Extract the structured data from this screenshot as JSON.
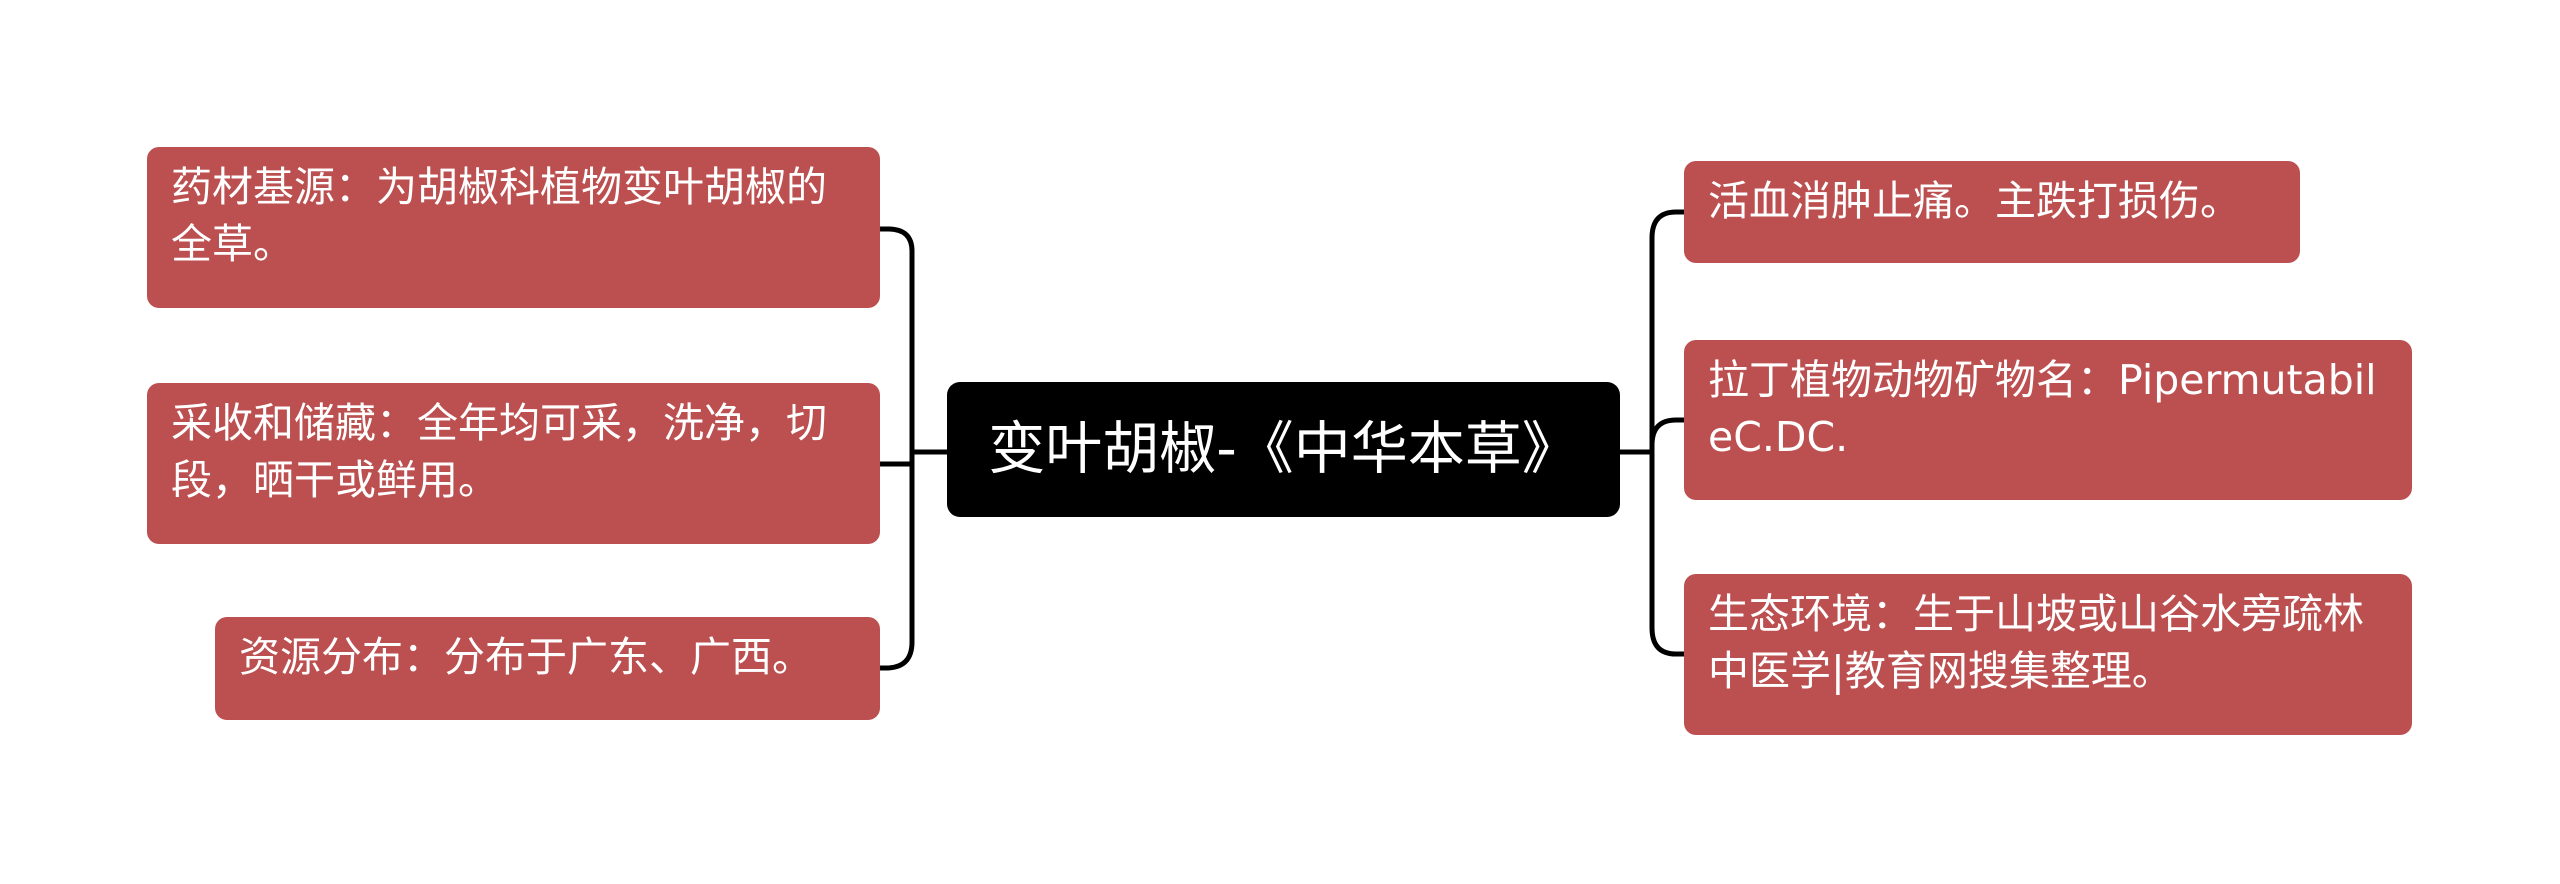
{
  "center": {
    "label": "变叶胡椒-《中华本草》"
  },
  "left_branches": [
    {
      "label": "药材基源：为胡椒科植物变叶胡椒的全草。"
    },
    {
      "label": "采收和储藏：全年均可采，洗净，切段，晒干或鲜用。"
    },
    {
      "label": "资源分布：分布于广东、广西。"
    }
  ],
  "right_branches": [
    {
      "label": "活血消肿止痛。主跌打损伤。"
    },
    {
      "label": "拉丁植物动物矿物名：PipermutabileC.DC."
    },
    {
      "label": "生态环境：生于山坡或山谷水旁疏林中医学|教育网搜集整理。"
    }
  ],
  "colors": {
    "branch_fill": "#bc4f4f",
    "center_fill": "#000000",
    "text": "#ffffff",
    "connector": "#000000"
  }
}
